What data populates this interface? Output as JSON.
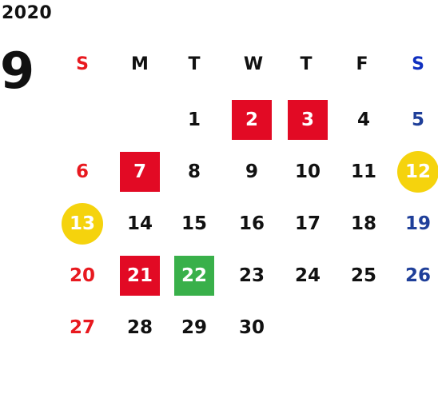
{
  "calendar": {
    "year": "2020",
    "month": "9",
    "weekdays": [
      "S",
      "M",
      "T",
      "W",
      "T",
      "F",
      "S"
    ],
    "weekday_colors": [
      "#e8191f",
      "#111111",
      "#111111",
      "#111111",
      "#111111",
      "#111111",
      "#1030c0"
    ],
    "colors": {
      "default": "#111111",
      "sunday": "#e8191f",
      "saturday": "#1f3f99",
      "highlight_text": "#ffffff",
      "red_mark": "#e20a24",
      "yellow_mark": "#f5d30d",
      "green_mark": "#39b04a"
    },
    "weeks": [
      [
        null,
        null,
        "1",
        "2",
        "3",
        "4",
        "5"
      ],
      [
        "6",
        "7",
        "8",
        "9",
        "10",
        "11",
        "12"
      ],
      [
        "13",
        "14",
        "15",
        "16",
        "17",
        "18",
        "19"
      ],
      [
        "20",
        "21",
        "22",
        "23",
        "24",
        "25",
        "26"
      ],
      [
        "27",
        "28",
        "29",
        "30",
        null,
        null,
        null
      ]
    ],
    "highlights": {
      "2": {
        "shape": "square",
        "color": "red"
      },
      "3": {
        "shape": "square",
        "color": "red"
      },
      "7": {
        "shape": "square",
        "color": "red"
      },
      "12": {
        "shape": "circle",
        "color": "yellow"
      },
      "13": {
        "shape": "circle",
        "color": "yellow"
      },
      "21": {
        "shape": "square",
        "color": "red"
      },
      "22": {
        "shape": "square",
        "color": "green"
      }
    }
  }
}
